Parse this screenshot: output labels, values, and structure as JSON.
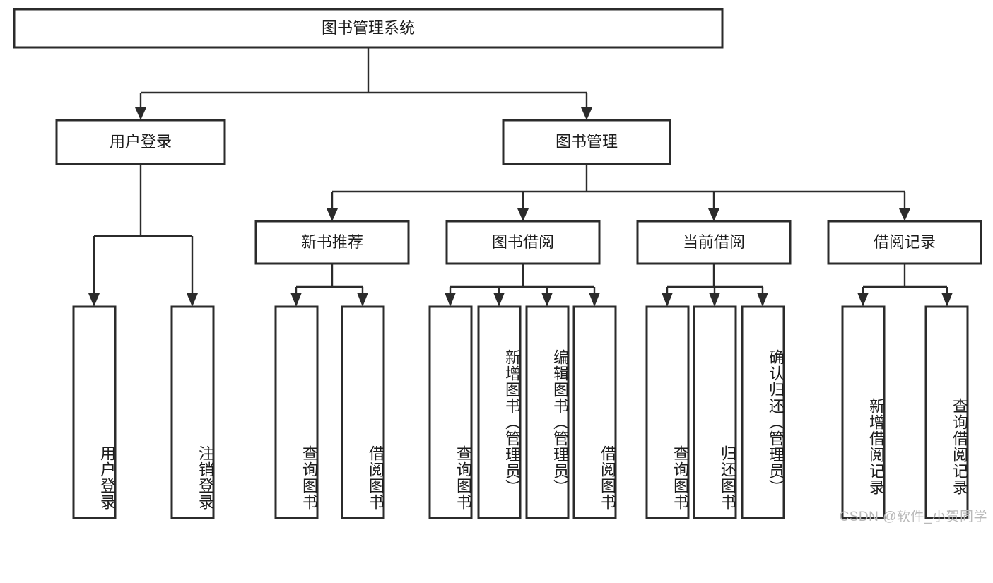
{
  "diagram": {
    "type": "tree-hierarchy",
    "title": "图书管理系统",
    "orientation": "top-down",
    "watermark": "CSDN @软件_小贺同学",
    "colors": {
      "box_stroke": "#2b2b2b",
      "box_fill": "#ffffff",
      "connector": "#2b2b2b",
      "text": "#1c1c1c",
      "watermark": "#b9b9b9",
      "background": "#ffffff"
    },
    "root": {
      "id": "root",
      "label": "图书管理系统",
      "orientation": "horizontal"
    },
    "level2": [
      {
        "id": "user-login",
        "label": "用户登录",
        "orientation": "horizontal"
      },
      {
        "id": "book-manage",
        "label": "图书管理",
        "orientation": "horizontal"
      }
    ],
    "level3": [
      {
        "id": "new-book-recommend",
        "label": "新书推荐",
        "orientation": "horizontal",
        "parent": "book-manage"
      },
      {
        "id": "book-borrow",
        "label": "图书借阅",
        "orientation": "horizontal",
        "parent": "book-manage"
      },
      {
        "id": "current-borrow",
        "label": "当前借阅",
        "orientation": "horizontal",
        "parent": "book-manage"
      },
      {
        "id": "borrow-record",
        "label": "借阅记录",
        "orientation": "horizontal",
        "parent": "book-manage"
      }
    ],
    "leaves": [
      {
        "id": "leaf-user-login",
        "label": "用户登录",
        "orientation": "vertical",
        "parent": "user-login"
      },
      {
        "id": "leaf-logout-login",
        "label": "注销登录",
        "orientation": "vertical",
        "parent": "user-login"
      },
      {
        "id": "leaf-query-book-1",
        "label": "查询图书",
        "orientation": "vertical",
        "parent": "new-book-recommend"
      },
      {
        "id": "leaf-borrow-book-1",
        "label": "借阅图书",
        "orientation": "vertical",
        "parent": "new-book-recommend"
      },
      {
        "id": "leaf-query-book-2",
        "label": "查询图书",
        "orientation": "vertical",
        "parent": "book-borrow"
      },
      {
        "id": "leaf-add-book-admin",
        "label": "新增图书（管理员）",
        "orientation": "vertical",
        "parent": "book-borrow"
      },
      {
        "id": "leaf-edit-book-admin",
        "label": "编辑图书（管理员）",
        "orientation": "vertical",
        "parent": "book-borrow"
      },
      {
        "id": "leaf-borrow-book-2",
        "label": "借阅图书",
        "orientation": "vertical",
        "parent": "book-borrow"
      },
      {
        "id": "leaf-query-book-3",
        "label": "查询图书",
        "orientation": "vertical",
        "parent": "current-borrow"
      },
      {
        "id": "leaf-return-book",
        "label": "归还图书",
        "orientation": "vertical",
        "parent": "current-borrow"
      },
      {
        "id": "leaf-confirm-return-admin",
        "label": "确认归还（管理员）",
        "orientation": "vertical",
        "parent": "current-borrow"
      },
      {
        "id": "leaf-add-borrow-record",
        "label": "新增借阅记录",
        "orientation": "vertical",
        "parent": "borrow-record"
      },
      {
        "id": "leaf-query-borrow-record",
        "label": "查询借阅记录",
        "orientation": "vertical",
        "parent": "borrow-record"
      }
    ]
  }
}
